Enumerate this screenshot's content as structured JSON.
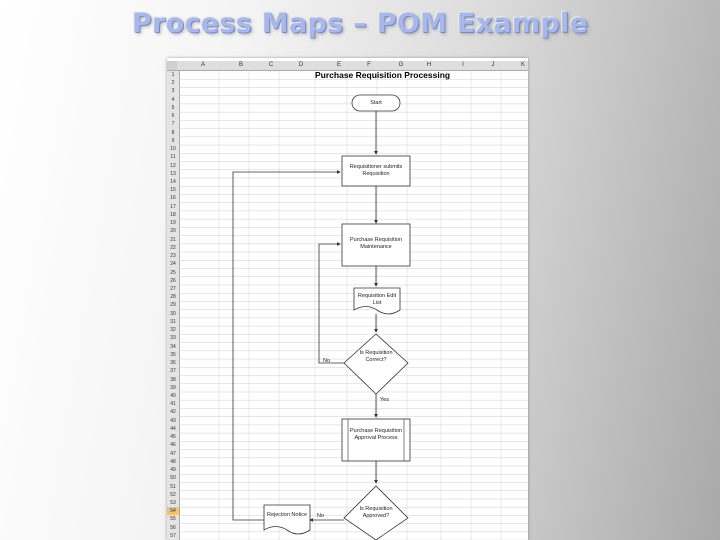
{
  "slide": {
    "title": "Process Maps – POM Example"
  },
  "spreadsheet": {
    "columns": [
      "A",
      "B",
      "C",
      "D",
      "E",
      "F",
      "G",
      "H",
      "I",
      "J",
      "K"
    ],
    "rows": [
      "1",
      "2",
      "3",
      "4",
      "5",
      "6",
      "7",
      "8",
      "9",
      "10",
      "11",
      "12",
      "13",
      "14",
      "15",
      "16",
      "17",
      "18",
      "19",
      "20",
      "21",
      "22",
      "23",
      "24",
      "25",
      "26",
      "27",
      "28",
      "29",
      "30",
      "31",
      "32",
      "33",
      "34",
      "35",
      "36",
      "37",
      "38",
      "39",
      "40",
      "41",
      "42",
      "43",
      "44",
      "45",
      "46",
      "47",
      "48",
      "49",
      "50",
      "51",
      "52",
      "53",
      "54",
      "55",
      "56",
      "57"
    ],
    "selected_row": "54",
    "title": "Purchase Requisition Processing"
  },
  "flowchart": {
    "start": "Start",
    "submit": "Requisitioner submits Requisition",
    "maintenance": "Purchase Requisition Maintenance",
    "edit_list": "Requisition Edit List",
    "correct_decision": "Is Requisition Correct?",
    "correct_no": "No",
    "correct_yes": "Yes",
    "approval": "Purchase Requisition Approval Process",
    "approved_decision": "Is Requisition Approved?",
    "approved_no": "No",
    "rejection": "Rejection Notice"
  },
  "colors": {
    "title_text": "#a9b8e8",
    "selected_row": "#f2c27a",
    "gridline": "#cfcfcf"
  }
}
